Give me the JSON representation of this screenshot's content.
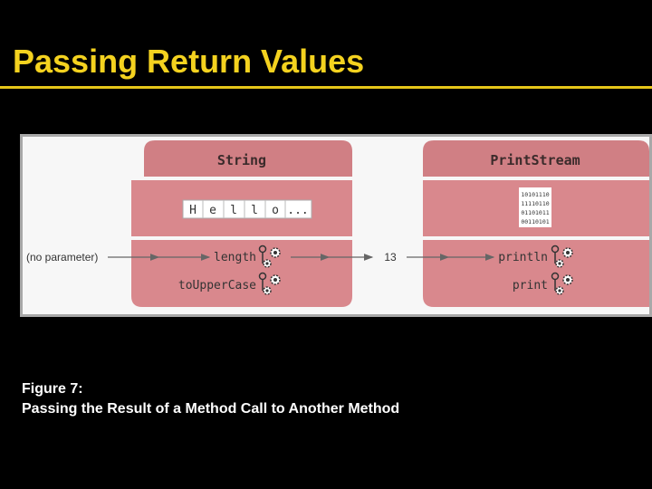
{
  "slide": {
    "title": "Passing Return Values"
  },
  "diagram": {
    "string_object": {
      "class_name": "String",
      "characters": [
        "H",
        "e",
        "l",
        "l",
        "o",
        "..."
      ],
      "methods": [
        "length",
        "toUpperCase"
      ]
    },
    "printstream_object": {
      "class_name": "PrintStream",
      "binary_lines": [
        "10101110",
        "11110110",
        "01101011",
        "00110101"
      ],
      "methods": [
        "println",
        "print"
      ]
    },
    "input_label": "(no parameter)",
    "return_value": "13"
  },
  "caption": {
    "figure_label": "Figure 7:",
    "text": "Passing the Result of a Method Call to Another Method"
  },
  "colors": {
    "title": "#f4d21f",
    "object_fill": "#d9888d",
    "object_header": "#d07f84"
  }
}
